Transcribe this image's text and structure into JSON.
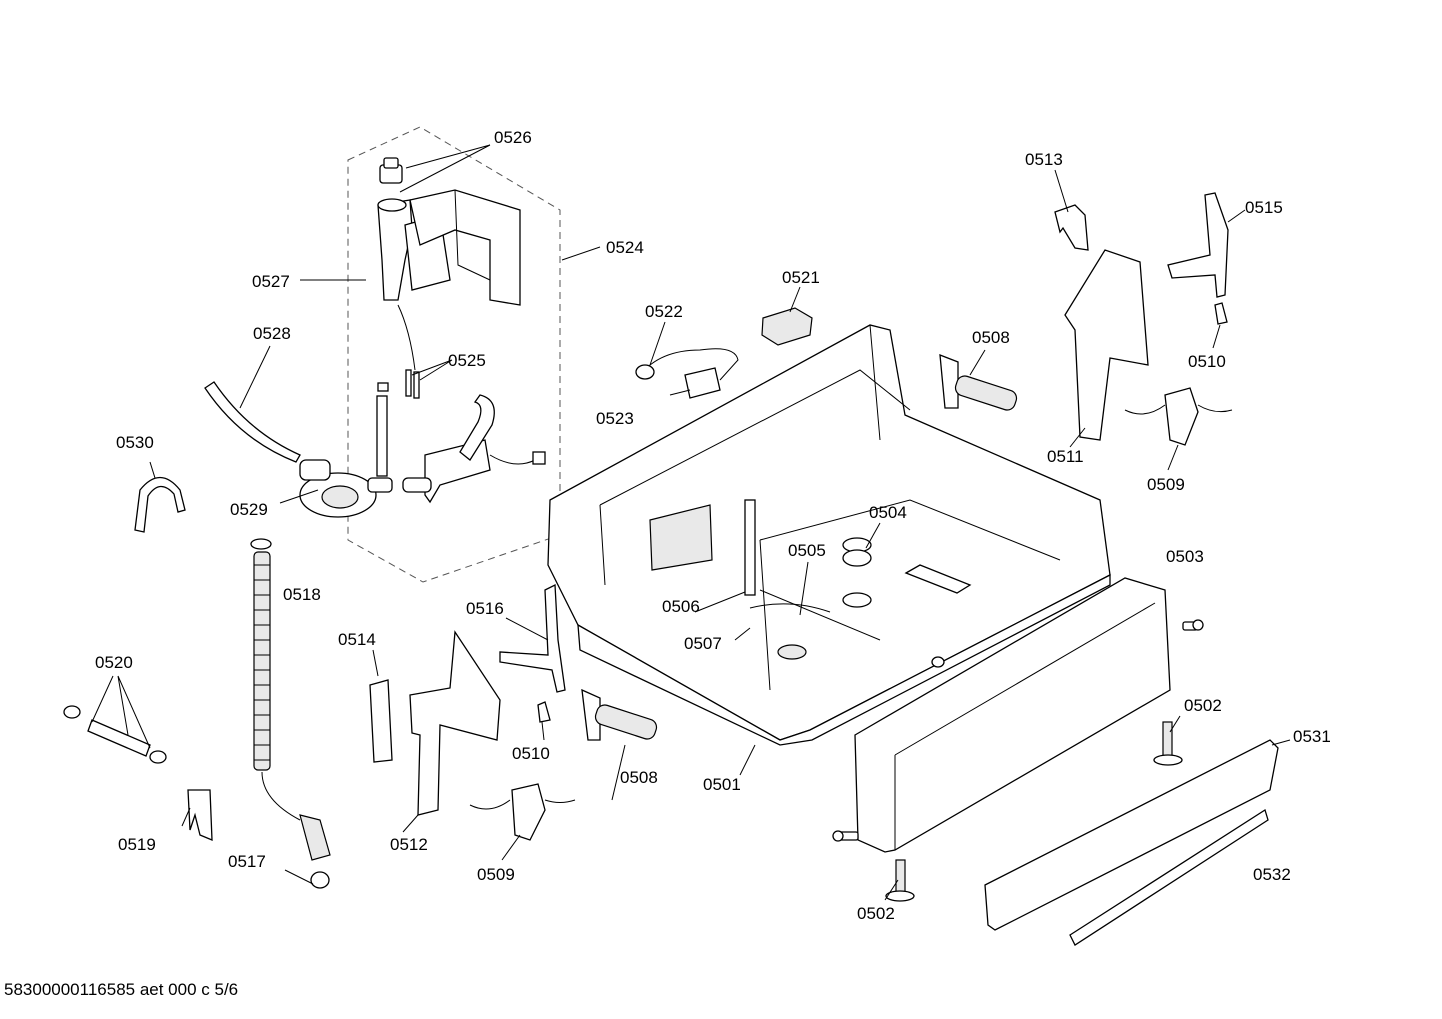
{
  "footer": "58300000116585 aet 000 c 5/6",
  "labels": {
    "p0501": "0501",
    "p0502a": "0502",
    "p0502b": "0502",
    "p0503": "0503",
    "p0504": "0504",
    "p0505": "0505",
    "p0506": "0506",
    "p0507": "0507",
    "p0508a": "0508",
    "p0508b": "0508",
    "p0509a": "0509",
    "p0509b": "0509",
    "p0510a": "0510",
    "p0510b": "0510",
    "p0511": "0511",
    "p0512": "0512",
    "p0513": "0513",
    "p0514": "0514",
    "p0515": "0515",
    "p0516": "0516",
    "p0517": "0517",
    "p0518": "0518",
    "p0519": "0519",
    "p0520": "0520",
    "p0521": "0521",
    "p0522": "0522",
    "p0523": "0523",
    "p0524": "0524",
    "p0525": "0525",
    "p0526": "0526",
    "p0527": "0527",
    "p0528": "0528",
    "p0529": "0529",
    "p0530": "0530",
    "p0531": "0531",
    "p0532": "0532"
  }
}
